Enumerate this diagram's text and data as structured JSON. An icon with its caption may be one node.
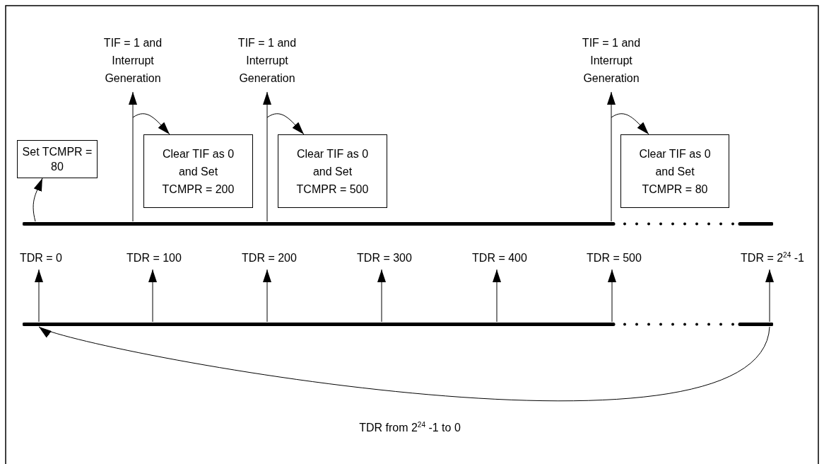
{
  "diagram": {
    "nodes": [
      {
        "text": [
          "TIF = 1 and Interrupt Generation"
        ]
      },
      {
        "text": [
          "TIF = 1 and Interrupt Generation"
        ]
      },
      {
        "text": [
          "TIF = 1 and Interrupt Generation"
        ]
      },
      {
        "text": [
          "Set TCMPR = 80"
        ]
      },
      {
        "text": [
          "Clear TIF as 0 and Set TCMPR = 200"
        ]
      },
      {
        "text": [
          "Clear TIF as 0 and Set TCMPR = 500"
        ]
      },
      {
        "text": [
          "Clear TIF as 0 and Set TCMPR = 80"
        ]
      },
      {
        "text": [
          "TDR = 0"
        ]
      },
      {
        "text": [
          "TDR = 100"
        ]
      },
      {
        "text": [
          "TDR = 200"
        ]
      },
      {
        "text": [
          "TDR = 300"
        ]
      },
      {
        "text": [
          "TDR = 400"
        ]
      },
      {
        "text": [
          "TDR = 500"
        ]
      },
      {
        "text": [
          "TDR = 2$^{24}$ -1"
        ]
      },
      {
        "text": [],
        "shape": "bar"
      },
      {
        "text": [],
        "shape": "bar"
      }
    ],
    "edges": [
      {
        "from": 14,
        "to": 0,
        "arrow": "to"
      },
      {
        "from": 14,
        "to": 1,
        "arrow": "to"
      },
      {
        "from": 14,
        "to": 2,
        "arrow": "to"
      },
      {
        "from": 14,
        "to": 3,
        "arrow": "to"
      },
      {
        "from": null,
        "to": 4,
        "arrow": "to"
      },
      {
        "from": null,
        "to": 5,
        "arrow": "to"
      },
      {
        "from": null,
        "to": 6,
        "arrow": "to"
      },
      {
        "from": 15,
        "to": 7,
        "arrow": "to"
      },
      {
        "from": 15,
        "to": 8,
        "arrow": "to"
      },
      {
        "from": 15,
        "to": 9,
        "arrow": "to"
      },
      {
        "from": 15,
        "to": 10,
        "arrow": "to"
      },
      {
        "from": 15,
        "to": 11,
        "arrow": "to"
      },
      {
        "from": 15,
        "to": 12,
        "arrow": "to"
      },
      {
        "from": 15,
        "to": 13,
        "arrow": "to"
      },
      {
        "from": 15,
        "to": 15,
        "arrow": "to",
        "label": "TDR from 2$^{24}$ -1 to 0"
      }
    ]
  }
}
